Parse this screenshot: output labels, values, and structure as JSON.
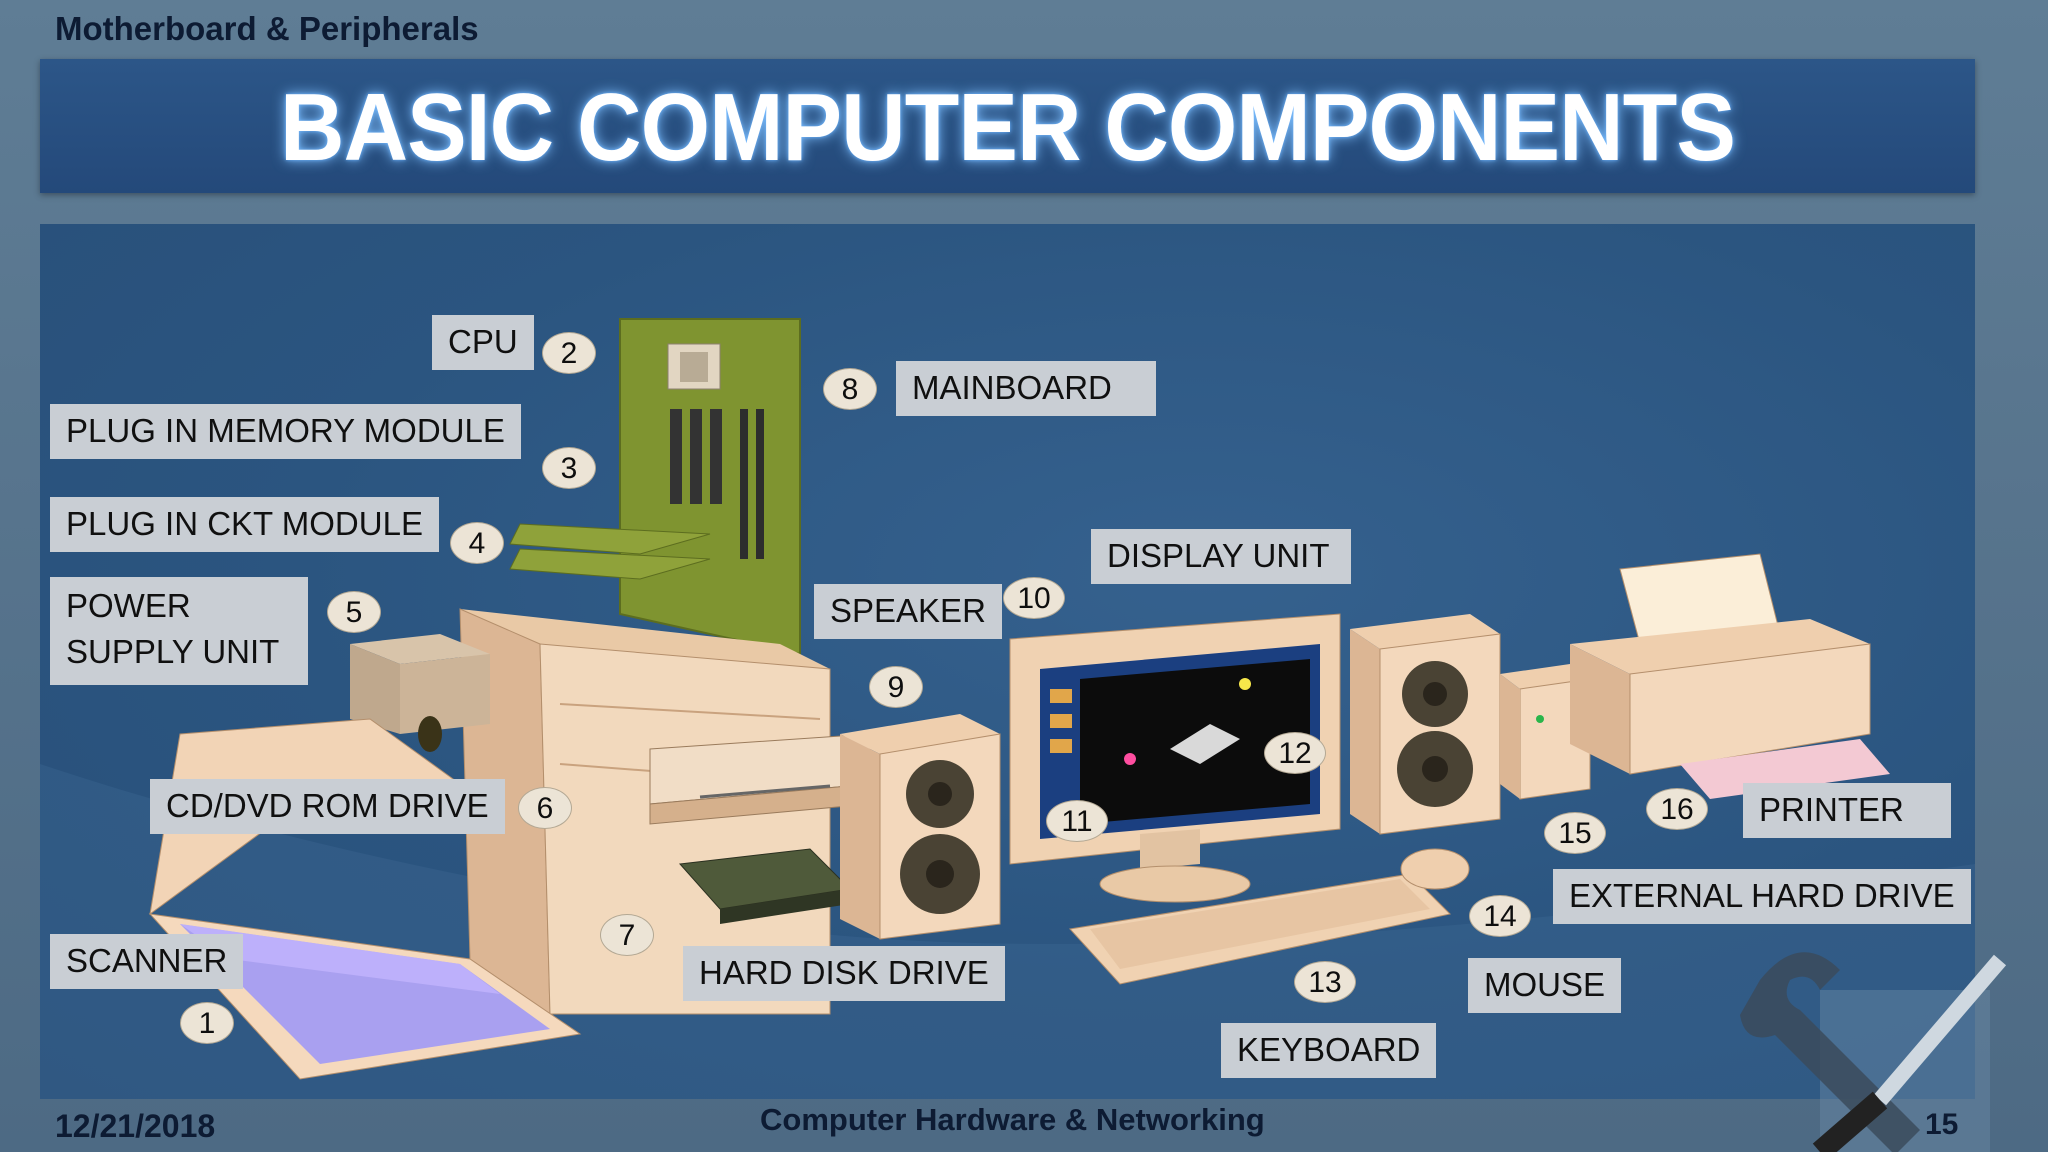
{
  "header": {
    "course": "Motherboard & Peripherals",
    "title": "BASIC COMPUTER COMPONENTS"
  },
  "labels": {
    "cpu": "CPU",
    "memory": "PLUG IN MEMORY MODULE",
    "ckt": "PLUG IN CKT MODULE",
    "power_line1": "POWER",
    "power_line2": "SUPPLY UNIT",
    "cddvd": "CD/DVD ROM DRIVE",
    "scanner": "SCANNER",
    "mainboard": "MAINBOARD",
    "speaker": "SPEAKER",
    "display": "DISPLAY UNIT",
    "hdd": "HARD DISK DRIVE",
    "keyboard": "KEYBOARD",
    "mouse": "MOUSE",
    "ext_hdd": "EXTERNAL HARD DRIVE",
    "printer": "PRINTER"
  },
  "numbers": {
    "n1": "1",
    "n2": "2",
    "n3": "3",
    "n4": "4",
    "n5": "5",
    "n6": "6",
    "n7": "7",
    "n8": "8",
    "n9": "9",
    "n10": "10",
    "n11": "11",
    "n12": "12",
    "n13": "13",
    "n14": "14",
    "n15": "15",
    "n16": "16"
  },
  "footer": {
    "date": "12/21/2018",
    "center": "Computer Hardware & Networking",
    "page": "15"
  }
}
